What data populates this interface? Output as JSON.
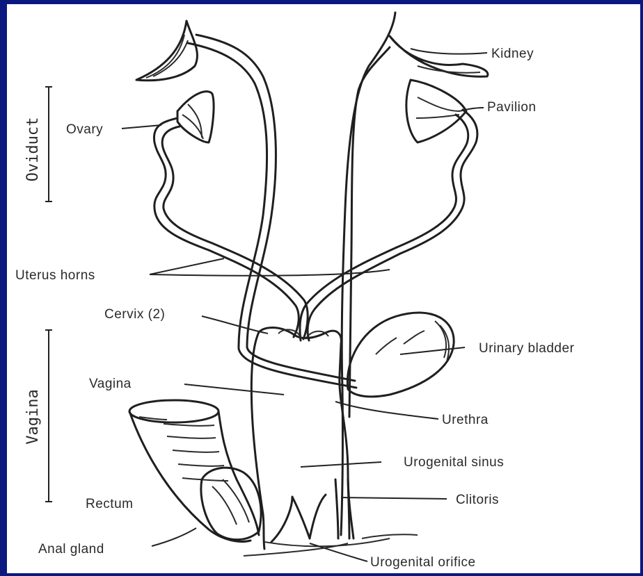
{
  "labels": {
    "kidney": "Kidney",
    "pavilion": "Pavilion",
    "ovary": "Ovary",
    "oviduct": "Oviduct",
    "uterus_horns": "Uterus horns",
    "cervix": "Cervix (2)",
    "urinary_bladder": "Urinary bladder",
    "vagina": "Vagina",
    "vagina_side": "Vagina",
    "urethra": "Urethra",
    "urogenital_sinus": "Urogenital sinus",
    "rectum": "Rectum",
    "clitoris": "Clitoris",
    "anal_gland": "Anal gland",
    "urogenital_orifice": "Urogenital orifice"
  },
  "colors": {
    "border": "#0b1880",
    "ink": "#1f1f1f",
    "background": "#ffffff"
  }
}
